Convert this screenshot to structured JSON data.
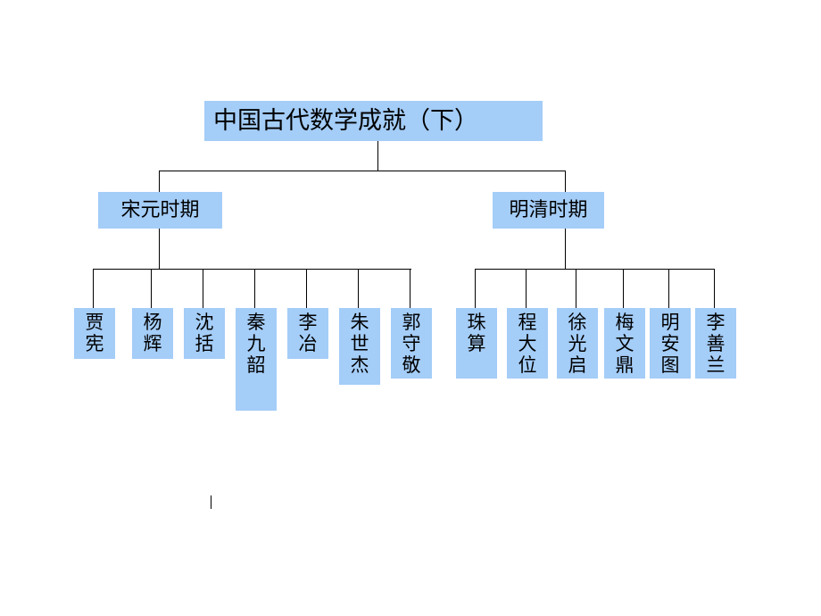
{
  "title": "中国古代数学成就（下）",
  "branches": [
    {
      "label": "宋元时期",
      "people": [
        "贾宪",
        "杨辉",
        "沈括",
        "秦九韶",
        "李冶",
        "朱世杰",
        "郭守敬"
      ]
    },
    {
      "label": "明清时期",
      "people": [
        "珠算",
        "程大位",
        "徐光启",
        "梅文鼎",
        "明安图",
        "李善兰"
      ]
    }
  ],
  "colors": {
    "box": "#a4cdf8",
    "line": "#000000"
  }
}
